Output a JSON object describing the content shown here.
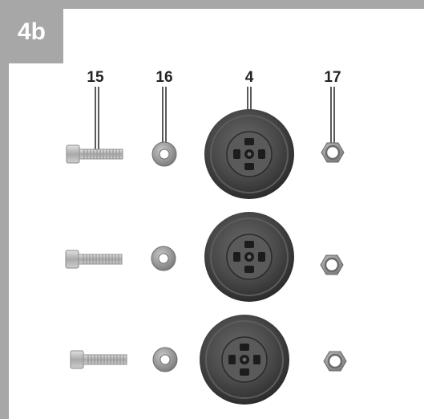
{
  "step_label": "4b",
  "callouts": {
    "bolt": "15",
    "washer": "16",
    "wheel": "4",
    "nut": "17"
  },
  "colors": {
    "frame": "#a7a7a7",
    "part_metal": "#b9b9b9",
    "wheel_dark": "#3a3a3a"
  }
}
